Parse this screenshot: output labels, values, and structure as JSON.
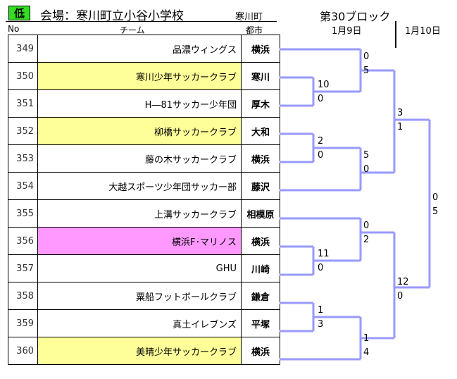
{
  "header": {
    "level_badge": "低",
    "venue": "会場：寒川町立小谷小学校",
    "venue_city": "寒川町",
    "block": "第30ブロック",
    "day1": "1月9日",
    "day2": "1月10日"
  },
  "columns": {
    "no": "No",
    "team": "チーム",
    "city": "都市"
  },
  "highlight_colors": {
    "yellow": "#ffff99",
    "pink": "#ff99ff",
    "bracket_line": "#9999ff"
  },
  "teams": [
    {
      "no": "349",
      "name": "品濃ウィングス",
      "city": "横浜",
      "hl": ""
    },
    {
      "no": "350",
      "name": "寒川少年サッカークラブ",
      "city": "寒川",
      "hl": "yellow"
    },
    {
      "no": "351",
      "name": "H―81サッカー少年団",
      "city": "厚木",
      "hl": ""
    },
    {
      "no": "352",
      "name": "柳橋サッカークラブ",
      "city": "大和",
      "hl": "yellow"
    },
    {
      "no": "353",
      "name": "藤の木サッカークラブ",
      "city": "横浜",
      "hl": ""
    },
    {
      "no": "354",
      "name": "大越スポーツ少年団サッカー部",
      "city": "藤沢",
      "hl": ""
    },
    {
      "no": "355",
      "name": "上溝サッカークラブ",
      "city": "相模原",
      "hl": ""
    },
    {
      "no": "356",
      "name": "横浜F･マリノス",
      "city": "横浜",
      "hl": "pink"
    },
    {
      "no": "357",
      "name": "GHU",
      "city": "川崎",
      "hl": ""
    },
    {
      "no": "358",
      "name": "粟船フットボールクラブ",
      "city": "鎌倉",
      "hl": ""
    },
    {
      "no": "359",
      "name": "真土イレブンズ",
      "city": "平塚",
      "hl": ""
    },
    {
      "no": "360",
      "name": "美晴少年サッカークラブ",
      "city": "横浜",
      "hl": "yellow"
    }
  ],
  "scores": {
    "r1_350_351": [
      "10",
      "0"
    ],
    "r1_352_353": [
      "2",
      "0"
    ],
    "r1_356_357": [
      "11",
      "0"
    ],
    "r1_358_359": [
      "1",
      "3"
    ],
    "r2_349_w": [
      "0",
      "5"
    ],
    "r2_w_354": [
      "5",
      "0"
    ],
    "r2_355_w": [
      "0",
      "2"
    ],
    "r2_w_360": [
      "1",
      "4"
    ],
    "r3_top": [
      "3",
      "1"
    ],
    "r3_bottom": [
      "12",
      "0"
    ],
    "final": [
      "0",
      "5"
    ]
  }
}
